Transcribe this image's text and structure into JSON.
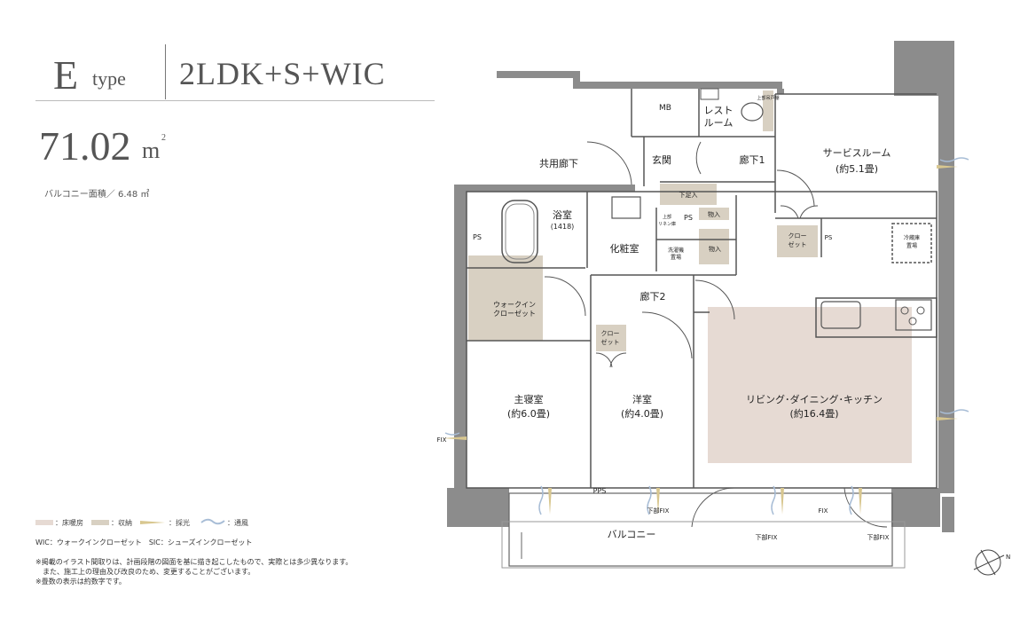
{
  "header": {
    "type_letter": "E",
    "type_word": "type",
    "layout": "2LDK+S+WIC",
    "area_value": "71.02",
    "area_unit": "m",
    "area_sup": "2",
    "balcony_area": "バルコニー面積／ 6.48 ㎡"
  },
  "rooms": {
    "mb": "MB",
    "rest_room_1": "レスト",
    "rest_room_2": "ルーム",
    "upper_shelf": "上部吊戸棚",
    "kyoyo_roka": "共用廊下",
    "genkan": "玄関",
    "roka1": "廊下1",
    "service_room": "サービスルーム",
    "service_room_size": "(約5.1畳)",
    "shitaashiire": "下足入",
    "monoire_a": "物入",
    "ps_a": "PS",
    "ps_b": "PS",
    "ps_c": "PS",
    "pps": "PPS",
    "yokushitsu": "浴室",
    "yokushitsu_size": "(1418)",
    "upper_linen_1": "上部",
    "upper_linen_2": "リネン庫",
    "kesho": "化粧室",
    "washer_1": "洗濯機",
    "washer_2": "置場",
    "monoire_b": "物入",
    "closet_a_1": "クロー",
    "closet_a_2": "ゼット",
    "fridge_1": "冷蔵庫",
    "fridge_2": "置場",
    "wic_1": "ウォークイン",
    "wic_2": "クローゼット",
    "roka2": "廊下2",
    "closet_b_1": "クロー",
    "closet_b_2": "ゼット",
    "master": "主寝室",
    "master_size": "(約6.0畳)",
    "western": "洋室",
    "western_size": "(約4.0畳)",
    "ldk": "リビング･ダイニング･キッチン",
    "ldk_size": "(約16.4畳)",
    "balcony": "バルコニー",
    "fix_left": "FIX",
    "fix_mid": "FIX",
    "lower_fix_a": "下部FIX",
    "lower_fix_b": "下部FIX",
    "lower_fix_c": "下部FIX"
  },
  "legend": {
    "floor_heating": "：床暖房",
    "storage": "：収納",
    "daylight": "：採光",
    "ventilation": "：通風"
  },
  "abbreviations": "WIC：ウォークインクローゼット　SIC：シューズインクローゼット",
  "notes": [
    "※掲載のイラスト間取りは、計画段階の図面を基に描き起こしたもので、実際とは多少異なります。",
    "　また、施工上の理由及び改良のため、変更することがございます。",
    "※畳数の表示は約数字です。"
  ],
  "colors": {
    "floor_heating": "#e6dad3",
    "storage": "#d8d0c2",
    "wall": "#8c8c8c",
    "daylight": "#d8c790",
    "ventilation": "#a8bdd6"
  },
  "compass_label": "N"
}
